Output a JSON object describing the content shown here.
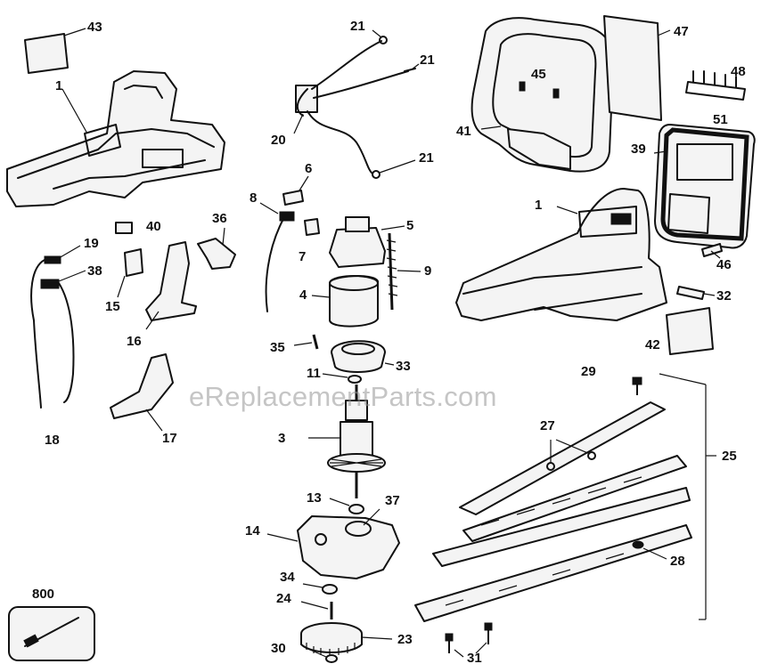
{
  "diagram": {
    "watermark": "eReplacementParts.com",
    "callouts": [
      {
        "key": "c43",
        "text": "43"
      },
      {
        "key": "c1a",
        "text": "1"
      },
      {
        "key": "c21a",
        "text": "21"
      },
      {
        "key": "c21b",
        "text": "21"
      },
      {
        "key": "c20",
        "text": "20"
      },
      {
        "key": "c21c",
        "text": "21"
      },
      {
        "key": "c47",
        "text": "47"
      },
      {
        "key": "c45",
        "text": "45"
      },
      {
        "key": "c48",
        "text": "48"
      },
      {
        "key": "c41",
        "text": "41"
      },
      {
        "key": "c51",
        "text": "51"
      },
      {
        "key": "c39",
        "text": "39"
      },
      {
        "key": "c1b",
        "text": "1"
      },
      {
        "key": "c6",
        "text": "6"
      },
      {
        "key": "c8",
        "text": "8"
      },
      {
        "key": "c36",
        "text": "36"
      },
      {
        "key": "c40",
        "text": "40"
      },
      {
        "key": "c5",
        "text": "5"
      },
      {
        "key": "c7",
        "text": "7"
      },
      {
        "key": "c19",
        "text": "19"
      },
      {
        "key": "c38",
        "text": "38"
      },
      {
        "key": "c9",
        "text": "9"
      },
      {
        "key": "c46",
        "text": "46"
      },
      {
        "key": "c4",
        "text": "4"
      },
      {
        "key": "c15",
        "text": "15"
      },
      {
        "key": "c32",
        "text": "32"
      },
      {
        "key": "c16",
        "text": "16"
      },
      {
        "key": "c35",
        "text": "35"
      },
      {
        "key": "c42",
        "text": "42"
      },
      {
        "key": "c33",
        "text": "33"
      },
      {
        "key": "c11",
        "text": "11"
      },
      {
        "key": "c29",
        "text": "29"
      },
      {
        "key": "c27",
        "text": "27"
      },
      {
        "key": "c18",
        "text": "18"
      },
      {
        "key": "c17",
        "text": "17"
      },
      {
        "key": "c3",
        "text": "3"
      },
      {
        "key": "c25",
        "text": "25"
      },
      {
        "key": "c13",
        "text": "13"
      },
      {
        "key": "c37",
        "text": "37"
      },
      {
        "key": "c14",
        "text": "14"
      },
      {
        "key": "c28",
        "text": "28"
      },
      {
        "key": "c800",
        "text": "800"
      },
      {
        "key": "c34",
        "text": "34"
      },
      {
        "key": "c24",
        "text": "24"
      },
      {
        "key": "c23",
        "text": "23"
      },
      {
        "key": "c30",
        "text": "30"
      },
      {
        "key": "c31",
        "text": "31"
      }
    ]
  }
}
